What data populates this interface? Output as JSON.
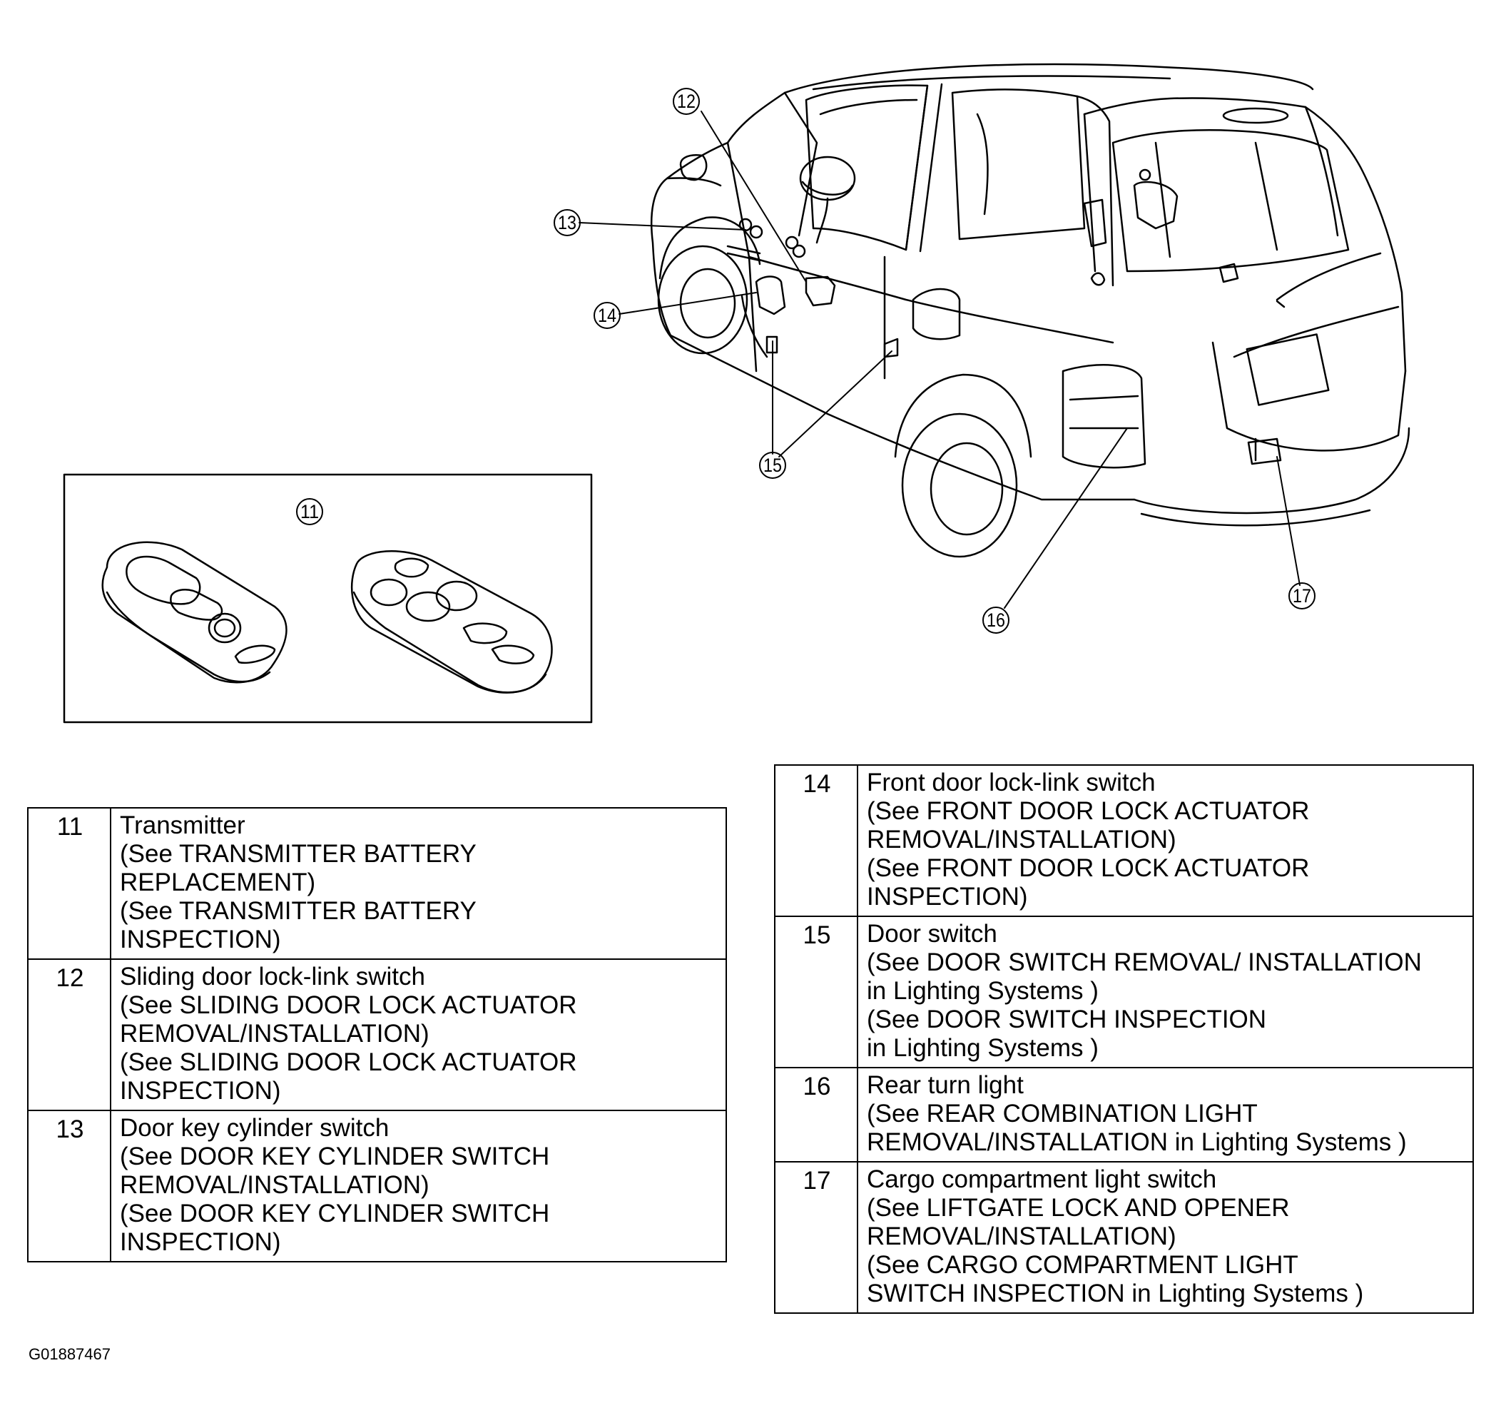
{
  "callouts": {
    "c11": "11",
    "c12": "12",
    "c13": "13",
    "c14": "14",
    "c15": "15",
    "c16": "16",
    "c17": "17"
  },
  "legend_left": [
    {
      "number": "11",
      "lines": [
        "Transmitter",
        "(See TRANSMITTER BATTERY",
        "REPLACEMENT)",
        "(See TRANSMITTER BATTERY",
        "INSPECTION)"
      ]
    },
    {
      "number": "12",
      "lines": [
        "Sliding door lock-link switch",
        "(See SLIDING DOOR LOCK ACTUATOR",
        "REMOVAL/INSTALLATION)",
        "(See SLIDING DOOR LOCK ACTUATOR",
        "INSPECTION)"
      ]
    },
    {
      "number": "13",
      "lines": [
        "Door key cylinder switch",
        "(See DOOR KEY CYLINDER SWITCH",
        "REMOVAL/INSTALLATION)",
        "(See DOOR KEY CYLINDER SWITCH",
        "INSPECTION)"
      ]
    }
  ],
  "legend_right": [
    {
      "number": "14",
      "lines": [
        "Front door lock-link switch",
        "(See FRONT DOOR LOCK ACTUATOR",
        "REMOVAL/INSTALLATION)",
        "(See FRONT DOOR LOCK ACTUATOR",
        "INSPECTION)"
      ]
    },
    {
      "number": "15",
      "lines": [
        "Door switch",
        "(See DOOR SWITCH REMOVAL/ INSTALLATION",
        " in Lighting Systems )",
        "(See DOOR SWITCH INSPECTION",
        " in Lighting Systems )"
      ]
    },
    {
      "number": "16",
      "lines": [
        "Rear turn light",
        "(See REAR COMBINATION LIGHT",
        "REMOVAL/INSTALLATION in Lighting Systems )"
      ]
    },
    {
      "number": "17",
      "lines": [
        "Cargo compartment light switch",
        "(See LIFTGATE LOCK AND OPENER",
        "REMOVAL/INSTALLATION)",
        "(See CARGO COMPARTMENT LIGHT",
        "SWITCH INSPECTION in Lighting Systems )"
      ]
    }
  ],
  "figure_id": "G01887467"
}
